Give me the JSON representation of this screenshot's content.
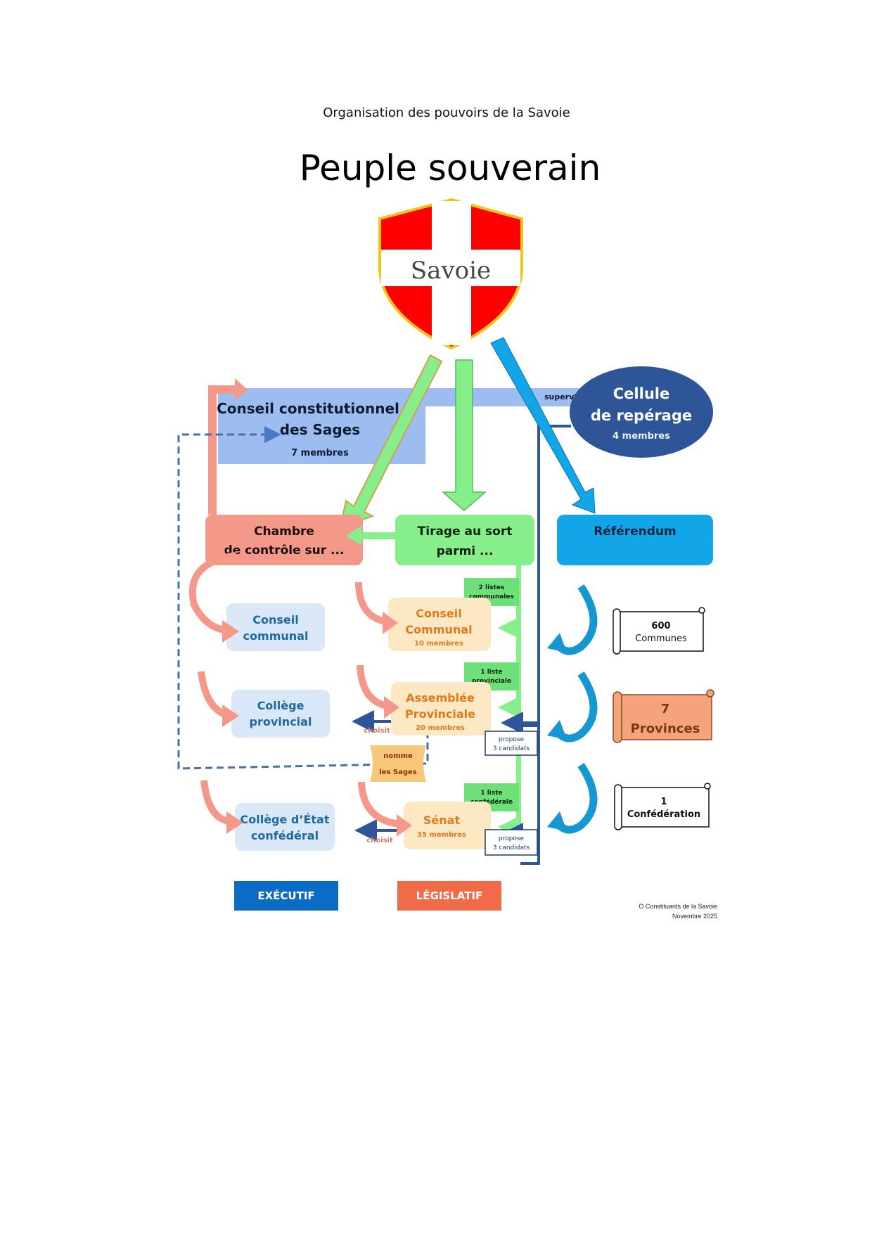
{
  "header": {
    "subtitle": "Organisation des pouvoirs de la Savoie",
    "title": "Peuple souverain"
  },
  "shield": {
    "label": "Savoie",
    "colors": {
      "red": "#ff0000",
      "white": "#ffffff",
      "border": "#f0c419"
    }
  },
  "conseil_constitutionnel": {
    "line1": "Conseil constitutionnel",
    "line2": "des Sages",
    "members": "7 membres",
    "color": "#9dbdf0"
  },
  "cellule": {
    "line1": "Cellule",
    "line2": "de repérage",
    "members": "4 membres",
    "arrow_label": "supervise",
    "color": "#2e5597"
  },
  "chambre": {
    "line1": "Chambre",
    "line2": "de contrôle sur ...",
    "color": "#f4998a"
  },
  "tirage": {
    "line1": "Tirage au sort",
    "line2": "parmi ...",
    "color": "#86ef8c"
  },
  "referendum": {
    "label": "Référendum",
    "color": "#12a5e8"
  },
  "executive": [
    {
      "line1": "Conseil",
      "line2": "communal"
    },
    {
      "line1": "Collège",
      "line2": "provincial"
    },
    {
      "line1": "Collège d’État",
      "line2": "confédéral"
    }
  ],
  "legislative": [
    {
      "line1": "Conseil",
      "line2": "Communal",
      "members": "10 membres"
    },
    {
      "line1": "Assemblée",
      "line2": "Provinciale",
      "members": "20 membres"
    },
    {
      "line1": "Sénat",
      "line2": "",
      "members": "35 membres"
    }
  ],
  "lists": [
    {
      "line1": "2 listes",
      "line2": "communales"
    },
    {
      "line1": "1 liste",
      "line2": "provinciale"
    },
    {
      "line1": "1 liste",
      "line2": "confédérale"
    }
  ],
  "proposals": [
    {
      "line1": "propose",
      "line2": "3 candidats"
    },
    {
      "line1": "propose",
      "line2": "3 candidats"
    }
  ],
  "choisit_label": "choisit",
  "nomme": {
    "line1": "nomme",
    "line2": "les Sages"
  },
  "scrolls": [
    {
      "line1": "600",
      "line2": "Communes"
    },
    {
      "line1": "7",
      "line2": "Provinces"
    },
    {
      "line1": "1",
      "line2": "Confédération"
    }
  ],
  "legend": {
    "executive": "EXÉCUTIF",
    "legislative": "LÉGISLATIF",
    "executive_color": "#0a6cc4",
    "legislative_color": "#f26b47"
  },
  "credit": {
    "line1": "O Constituants de la Savoie",
    "line2": "Novembre 2025"
  }
}
